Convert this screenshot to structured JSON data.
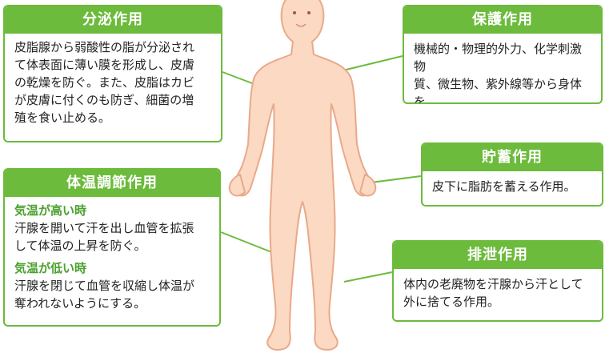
{
  "boxes": {
    "bunpitsu": {
      "title": "分泌作用",
      "body": "皮脂腺から弱酸性の脂が分泌され\nて体表面に薄い膜を形成し、皮膚\nの乾燥を防ぐ。また、皮脂はカビ\nが皮膚に付くのも防ぎ、細菌の増\n殖を食い止める。"
    },
    "hogo": {
      "title": "保護作用",
      "body": "機械的・物理的外力、化学刺激物\n質、微生物、紫外線等から身体を\n保護する作用。"
    },
    "chozo": {
      "title": "貯蓄作用",
      "body": "皮下に脂肪を蓄える作用。"
    },
    "taion": {
      "title": "体温調節作用",
      "high_label": "気温が高い時",
      "high_text": "汗腺を開いて汗を出し血管を拡張\nして体温の上昇を防ぐ。",
      "low_label": "気温が低い時",
      "low_text": "汗腺を閉じて血管を収縮し体温が\n奪われないようにする。"
    },
    "haisetsu": {
      "title": "排泄作用",
      "body": "体内の老廃物を汗腺から汗として\n外に捨てる作用。"
    }
  },
  "colors": {
    "accent_green": "#6cbb3c",
    "skin": "#fbd9c3",
    "skin_outline": "#e9a98a"
  }
}
